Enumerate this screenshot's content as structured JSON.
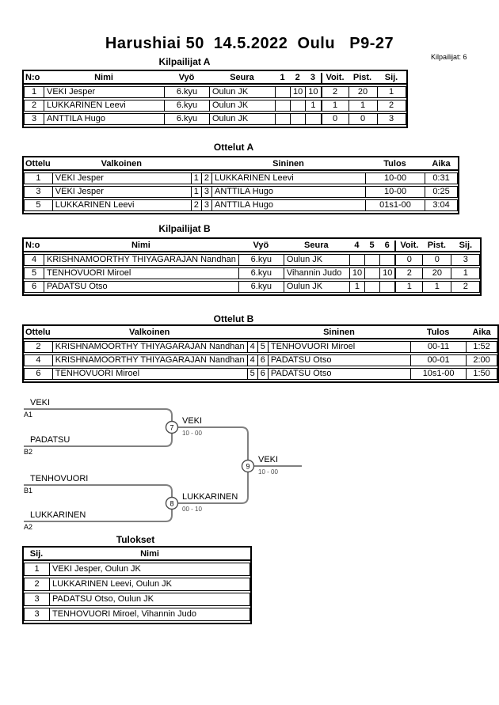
{
  "page": {
    "title": "Harushiai 50  14.5.2022  Oulu   P9-27",
    "competitors_note": "Kilpailijat: 6"
  },
  "kilpailijat_a": {
    "title": "Kilpailijat A",
    "headers": {
      "no": "N:o",
      "nimi": "Nimi",
      "vyo": "Vyö",
      "seura": "Seura",
      "m1": "1",
      "m2": "2",
      "m3": "3",
      "voit": "Voit.",
      "pist": "Pist.",
      "sij": "Sij."
    },
    "rows": [
      {
        "no": "1",
        "nimi": "VEKI Jesper",
        "vyo": "6.kyu",
        "seura": "Oulun JK",
        "m1": "",
        "m2": "10",
        "m3": "10",
        "voit": "2",
        "pist": "20",
        "sij": "1"
      },
      {
        "no": "2",
        "nimi": "LUKKARINEN Leevi",
        "vyo": "6.kyu",
        "seura": "Oulun JK",
        "m1": "",
        "m2": "",
        "m3": "1",
        "voit": "1",
        "pist": "1",
        "sij": "2"
      },
      {
        "no": "3",
        "nimi": "ANTTILA Hugo",
        "vyo": "6.kyu",
        "seura": "Oulun JK",
        "m1": "",
        "m2": "",
        "m3": "",
        "voit": "0",
        "pist": "0",
        "sij": "3"
      }
    ]
  },
  "ottelut_a": {
    "title": "Ottelut A",
    "headers": {
      "ottelu": "Ottelu",
      "valkoinen": "Valkoinen",
      "sininen": "Sininen",
      "tulos": "Tulos",
      "aika": "Aika"
    },
    "rows": [
      {
        "ottelu": "1",
        "valkoinen": "VEKI Jesper",
        "wn": "1",
        "bn": "2",
        "sininen": "LUKKARINEN Leevi",
        "tulos": "10-00",
        "aika": "0:31"
      },
      {
        "ottelu": "3",
        "valkoinen": "VEKI Jesper",
        "wn": "1",
        "bn": "3",
        "sininen": "ANTTILA Hugo",
        "tulos": "10-00",
        "aika": "0:25"
      },
      {
        "ottelu": "5",
        "valkoinen": "LUKKARINEN Leevi",
        "wn": "2",
        "bn": "3",
        "sininen": "ANTTILA Hugo",
        "tulos": "01s1-00",
        "aika": "3:04"
      }
    ]
  },
  "kilpailijat_b": {
    "title": "Kilpailijat B",
    "headers": {
      "no": "N:o",
      "nimi": "Nimi",
      "vyo": "Vyö",
      "seura": "Seura",
      "m1": "4",
      "m2": "5",
      "m3": "6",
      "voit": "Voit.",
      "pist": "Pist.",
      "sij": "Sij."
    },
    "rows": [
      {
        "no": "4",
        "nimi": "KRISHNAMOORTHY THIYAGARAJAN Nandhan",
        "vyo": "6.kyu",
        "seura": "Oulun JK",
        "m1": "",
        "m2": "",
        "m3": "",
        "voit": "0",
        "pist": "0",
        "sij": "3"
      },
      {
        "no": "5",
        "nimi": "TENHOVUORI Miroel",
        "vyo": "6.kyu",
        "seura": "Vihannin Judo",
        "m1": "10",
        "m2": "",
        "m3": "10",
        "voit": "2",
        "pist": "20",
        "sij": "1"
      },
      {
        "no": "6",
        "nimi": "PADATSU Otso",
        "vyo": "6.kyu",
        "seura": "Oulun JK",
        "m1": "1",
        "m2": "",
        "m3": "",
        "voit": "1",
        "pist": "1",
        "sij": "2"
      }
    ]
  },
  "ottelut_b": {
    "title": "Ottelut B",
    "headers": {
      "ottelu": "Ottelu",
      "valkoinen": "Valkoinen",
      "sininen": "Sininen",
      "tulos": "Tulos",
      "aika": "Aika"
    },
    "rows": [
      {
        "ottelu": "2",
        "valkoinen": "KRISHNAMOORTHY THIYAGARAJAN Nandhan",
        "wn": "4",
        "bn": "5",
        "sininen": "TENHOVUORI Miroel",
        "tulos": "00-11",
        "aika": "1:52"
      },
      {
        "ottelu": "4",
        "valkoinen": "KRISHNAMOORTHY THIYAGARAJAN Nandhan",
        "wn": "4",
        "bn": "6",
        "sininen": "PADATSU Otso",
        "tulos": "00-01",
        "aika": "2:00"
      },
      {
        "ottelu": "6",
        "valkoinen": "TENHOVUORI Miroel",
        "wn": "5",
        "bn": "6",
        "sininen": "PADATSU Otso",
        "tulos": "10s1-00",
        "aika": "1:50"
      }
    ]
  },
  "bracket": {
    "slots": [
      {
        "name": "VEKI",
        "seed": "A1"
      },
      {
        "name": "PADATSU",
        "seed": "B2"
      },
      {
        "name": "TENHOVUORI",
        "seed": "B1"
      },
      {
        "name": "LUKKARINEN",
        "seed": "A2"
      }
    ],
    "matches": [
      {
        "no": "7",
        "winner": "VEKI",
        "score": "10 - 00"
      },
      {
        "no": "8",
        "winner": "LUKKARINEN",
        "score": "00 - 10"
      },
      {
        "no": "9",
        "winner": "VEKI",
        "score": "10 - 00"
      }
    ]
  },
  "tulokset": {
    "title": "Tulokset",
    "headers": {
      "sij": "Sij.",
      "nimi": "Nimi"
    },
    "rows": [
      {
        "sij": "1",
        "nimi": "VEKI Jesper, Oulun JK"
      },
      {
        "sij": "2",
        "nimi": "LUKKARINEN Leevi, Oulun JK"
      },
      {
        "sij": "3",
        "nimi": "PADATSU Otso, Oulun JK"
      },
      {
        "sij": "3",
        "nimi": "TENHOVUORI Miroel, Vihannin Judo"
      }
    ]
  }
}
